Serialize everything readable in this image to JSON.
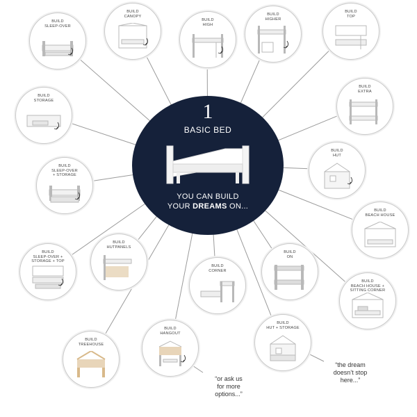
{
  "center": {
    "number": "1",
    "title": "BASIC BED",
    "tagline_line1": "YOU CAN BUILD",
    "tagline_line2_pre": "YOUR ",
    "tagline_line2_bold": "DREAMS",
    "tagline_line2_post": " ON..."
  },
  "nodes": [
    {
      "id": "sleep-over",
      "lines": [
        "BUILD",
        "SLEEP-OVER"
      ],
      "pic": "sleepover",
      "arrow": true
    },
    {
      "id": "canopy",
      "lines": [
        "BUILD",
        "CANOPY"
      ],
      "pic": "canopy",
      "arrow": true
    },
    {
      "id": "high",
      "lines": [
        "BUILD",
        "HIGH"
      ],
      "pic": "high",
      "arrow": true
    },
    {
      "id": "higher",
      "lines": [
        "BUILD",
        "HIGHER"
      ],
      "pic": "higher",
      "arrow": true
    },
    {
      "id": "top",
      "lines": [
        "BUILD",
        "TOP"
      ],
      "pic": "top",
      "arrow": false
    },
    {
      "id": "storage",
      "lines": [
        "BUILD",
        "STORAGE"
      ],
      "pic": "storage",
      "arrow": true
    },
    {
      "id": "extra",
      "lines": [
        "BUILD",
        "EXTRA"
      ],
      "pic": "extra",
      "arrow": false
    },
    {
      "id": "sleep-over-storage",
      "lines": [
        "BUILD",
        "SLEEP-OVER",
        "+ STORAGE"
      ],
      "pic": "sleepoverstorage",
      "arrow": true
    },
    {
      "id": "hut",
      "lines": [
        "BUILD",
        "HUT"
      ],
      "pic": "hut",
      "arrow": true
    },
    {
      "id": "beach-house",
      "lines": [
        "BUILD",
        "BEACH HOUSE"
      ],
      "pic": "beachhouse",
      "arrow": false
    },
    {
      "id": "sleep-over-storage-top",
      "lines": [
        "BUILD",
        "SLEEP-OVER +",
        "STORAGE + TOP"
      ],
      "pic": "sleepoverstoragetop",
      "arrow": true
    },
    {
      "id": "hutpanels",
      "lines": [
        "BUILD",
        "HUTPANELS"
      ],
      "pic": "hutpanels",
      "arrow": false
    },
    {
      "id": "on",
      "lines": [
        "BUILD",
        "ON"
      ],
      "pic": "on",
      "arrow": false
    },
    {
      "id": "corner",
      "lines": [
        "BUILD",
        "CORNER"
      ],
      "pic": "corner",
      "arrow": false
    },
    {
      "id": "beach-house-sitting-corner",
      "lines": [
        "BUILD",
        "BEACH HOUSE +",
        "SITTING CORNER"
      ],
      "pic": "beachcorner",
      "arrow": false
    },
    {
      "id": "hut-storage",
      "lines": [
        "BUILD",
        "HUT + STORAGE"
      ],
      "pic": "hutstorage",
      "arrow": false
    },
    {
      "id": "hangout",
      "lines": [
        "BUILD",
        "HANGOUT"
      ],
      "pic": "hangout",
      "arrow": true
    },
    {
      "id": "treehouse",
      "lines": [
        "BUILD",
        "TREEHOUSE"
      ],
      "pic": "treehouse",
      "arrow": false
    }
  ],
  "notes": [
    {
      "id": "ask",
      "lines": [
        "“or ask us",
        "for more",
        "options...”"
      ]
    },
    {
      "id": "dream",
      "lines": [
        "“the dream",
        "doesn’t stop",
        "here...”"
      ]
    }
  ],
  "colors": {
    "hub": "#15213a",
    "line": "#9a9a9a",
    "node_border": "#c9c9c9",
    "furniture": "#b9b9b9",
    "wood": "#d8b98a"
  }
}
